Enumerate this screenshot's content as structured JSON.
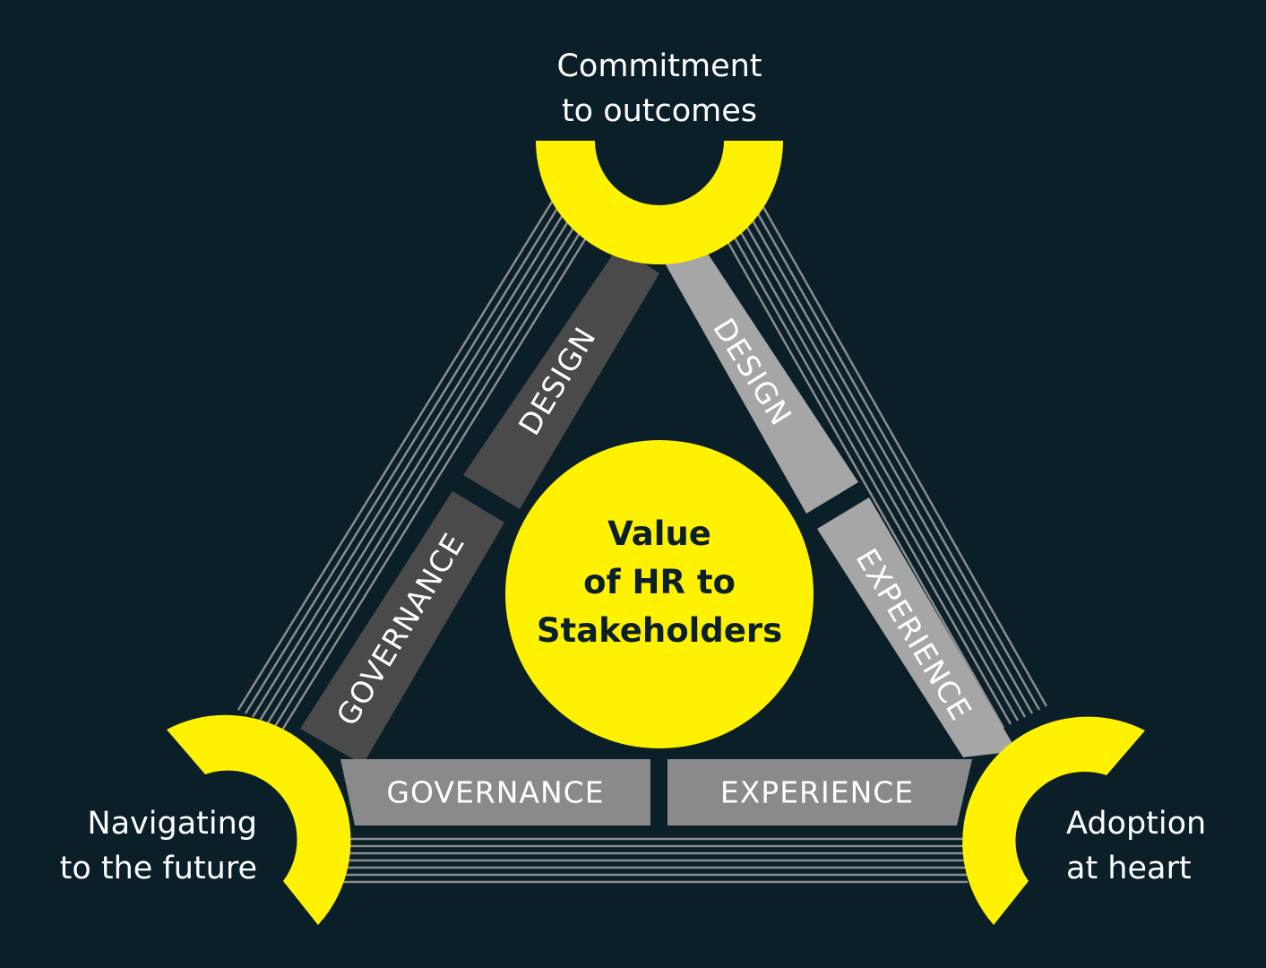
{
  "colors": {
    "background": "#0a1f28",
    "accent_yellow": "#fff200",
    "bar_dark": "#4a4a4a",
    "bar_light": "#a6a6a6",
    "bar_mid": "#8a8a8a",
    "stripe": "#8c8c8c",
    "text_light": "#ffffff",
    "text_dark": "#0a1f28"
  },
  "center": {
    "line1": "Value",
    "line2": "of HR to",
    "line3": "Stakeholders"
  },
  "corners": {
    "top": {
      "line1": "Commitment",
      "line2": "to outcomes"
    },
    "left": {
      "line1": "Navigating",
      "line2": "to the future"
    },
    "right": {
      "line1": "Adoption",
      "line2": "at heart"
    }
  },
  "bars": {
    "left_design": "DESIGN",
    "left_governance": "GOVERNANCE",
    "right_design": "DESIGN",
    "right_experience": "EXPERIENCE",
    "bottom_governance": "GOVERNANCE",
    "bottom_experience": "EXPERIENCE"
  }
}
